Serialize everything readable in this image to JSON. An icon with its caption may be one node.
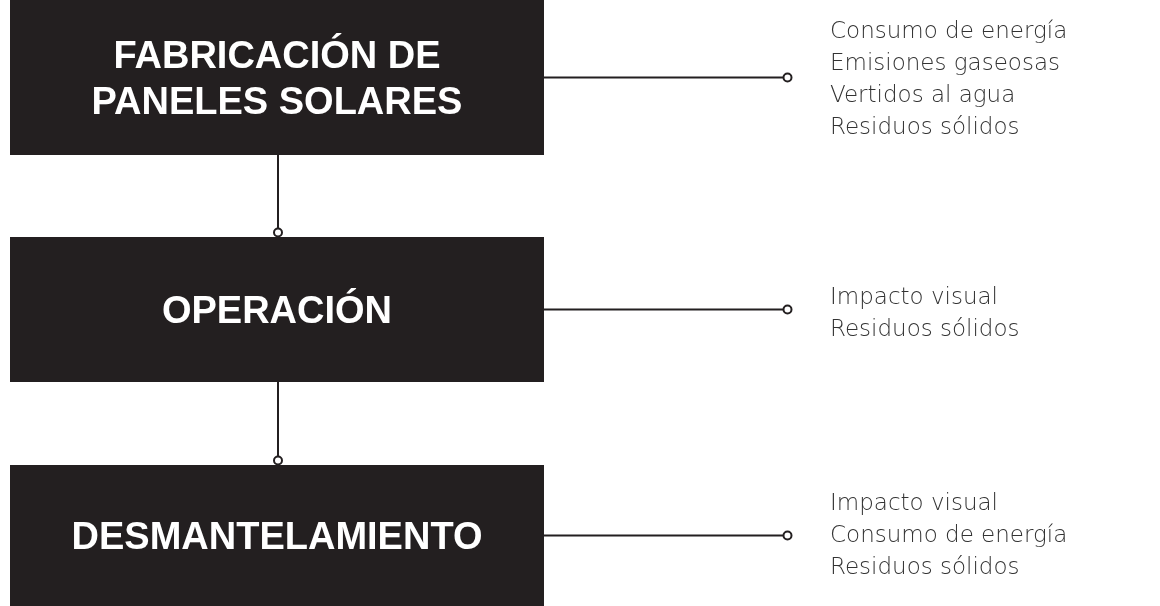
{
  "diagram": {
    "nodes": [
      {
        "text": [
          "FABRICACIÓN DE PANELES SOLARES"
        ]
      },
      {
        "text": [
          "OPERACIÓN"
        ]
      },
      {
        "text": [
          "DESMANTELAMIENTO"
        ]
      },
      {
        "text": [
          "Consumo de energía",
          "Emisiones gaseosas",
          "Vertidos al agua",
          "Residuos sólidos"
        ]
      },
      {
        "text": [
          "Impacto visual",
          "Residuos sólidos"
        ]
      },
      {
        "text": [
          "Impacto visual",
          "Consumo de energía",
          "Residuos sólidos"
        ]
      }
    ],
    "edges": [
      {
        "from": 0,
        "to": 1,
        "arrow": "other"
      },
      {
        "from": 1,
        "to": 2,
        "arrow": "other"
      },
      {
        "from": 0,
        "to": 3,
        "arrow": "other"
      },
      {
        "from": 1,
        "to": 4,
        "arrow": "other"
      },
      {
        "from": 2,
        "to": 5,
        "arrow": "other"
      }
    ]
  }
}
